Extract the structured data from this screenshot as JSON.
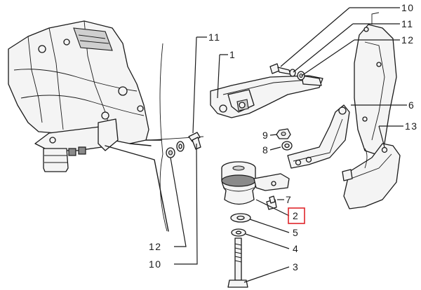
{
  "callouts": {
    "c10_top": "10",
    "c11_top": "11",
    "c12_top": "12",
    "c6": "6",
    "c13": "13",
    "c11_left": "11",
    "c1": "1",
    "c9": "9",
    "c8": "8",
    "c7": "7",
    "c2": "2",
    "c5": "5",
    "c4": "4",
    "c3": "3",
    "c12_bottom": "12",
    "c10_bottom": "10"
  },
  "highlight_color": "#e0262b",
  "line_color": "#1a1a1a"
}
